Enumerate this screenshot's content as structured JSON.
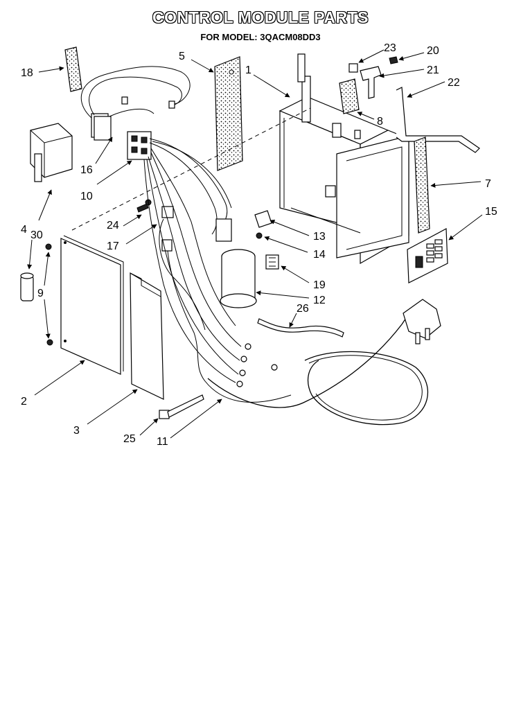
{
  "title": "CONTROL MODULE PARTS",
  "subtitle": "FOR MODEL: 3QACM08DD3",
  "callouts": {
    "c1": "1",
    "c2": "2",
    "c3": "3",
    "c4": "4",
    "c5": "5",
    "c7": "7",
    "c8": "8",
    "c9": "9",
    "c10": "10",
    "c11": "11",
    "c12": "12",
    "c13": "13",
    "c14": "14",
    "c15": "15",
    "c16": "16",
    "c17": "17",
    "c18": "18",
    "c19": "19",
    "c20": "20",
    "c21": "21",
    "c22": "22",
    "c23": "23",
    "c24": "24",
    "c25": "25",
    "c26": "26",
    "c30": "30"
  }
}
